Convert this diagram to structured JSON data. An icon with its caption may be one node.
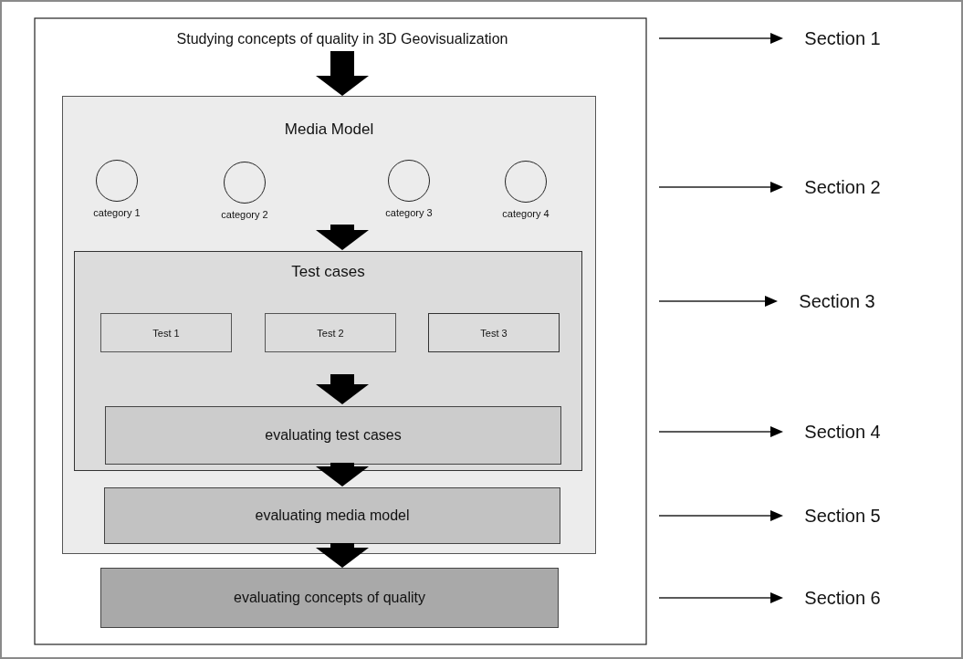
{
  "diagram": {
    "nodes": [
      {
        "text": [
          "Studying concepts of quality in 3D Geovisualization"
        ]
      },
      {
        "text": [
          "Media Model"
        ]
      },
      {
        "text": [],
        "shape": "circle",
        "in": 1,
        "beside": [
          "category 1"
        ]
      },
      {
        "text": [],
        "shape": "circle",
        "in": 1,
        "beside": [
          "category 2"
        ]
      },
      {
        "text": [],
        "shape": "circle",
        "in": 1,
        "beside": [
          "category 3"
        ]
      },
      {
        "text": [],
        "shape": "circle",
        "in": 1,
        "beside": [
          "category 4"
        ]
      },
      {
        "text": [
          "Test cases"
        ],
        "in": 1
      },
      {
        "text": [
          "Test 1"
        ],
        "in": 6
      },
      {
        "text": [
          "Test 2"
        ],
        "in": 6
      },
      {
        "text": [
          "Test 3"
        ],
        "in": 6
      },
      {
        "text": [
          "evaluating test cases"
        ],
        "in": 6
      },
      {
        "text": [
          "evaluating media model"
        ],
        "in": 1
      },
      {
        "text": [
          "evaluating concepts of quality"
        ]
      },
      {
        "text": [
          "Section 1"
        ]
      },
      {
        "text": [
          "Section 2"
        ]
      },
      {
        "text": [
          "Section 3"
        ]
      },
      {
        "text": [
          "Section 4"
        ]
      },
      {
        "text": [
          "Section 5"
        ]
      },
      {
        "text": [
          "Section 6"
        ]
      }
    ],
    "edges": [
      {
        "from": 0,
        "to": 1,
        "arrow": "to",
        "style": "thick"
      },
      {
        "from": null,
        "to": 6,
        "arrow": "to",
        "style": "thick"
      },
      {
        "from": null,
        "to": 10,
        "arrow": "to",
        "style": "thick"
      },
      {
        "from": 10,
        "to": 11,
        "arrow": "to",
        "style": "thick"
      },
      {
        "from": 11,
        "to": 12,
        "arrow": "to",
        "style": "thick"
      },
      {
        "from": null,
        "to": 13,
        "arrow": "to"
      },
      {
        "from": null,
        "to": 14,
        "arrow": "to"
      },
      {
        "from": null,
        "to": 15,
        "arrow": "to"
      },
      {
        "from": null,
        "to": 16,
        "arrow": "to"
      },
      {
        "from": null,
        "to": 17,
        "arrow": "to"
      },
      {
        "from": null,
        "to": 18,
        "arrow": "to"
      }
    ]
  }
}
